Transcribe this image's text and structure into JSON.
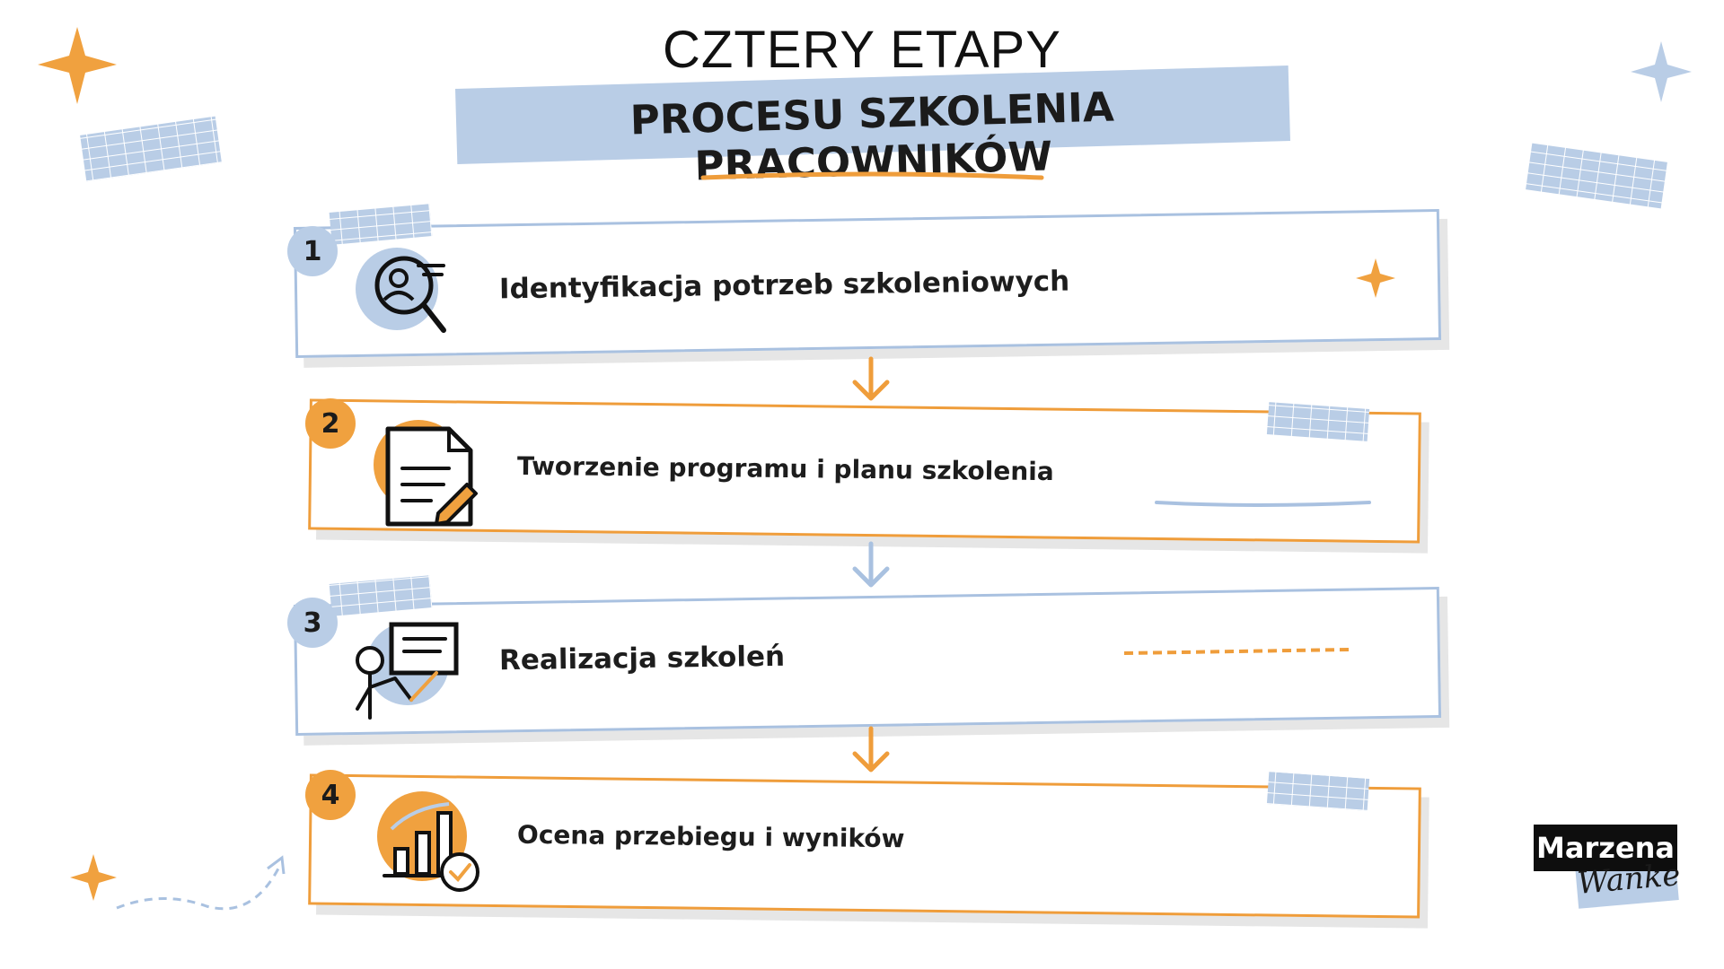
{
  "title": "CZTERY ETAPY",
  "subtitle": "PROCESU SZKOLENIA PRACOWNIKÓW",
  "steps": [
    {
      "number": "1",
      "label": "Identyfikacja potrzeb szkoleniowych",
      "icon": "magnifier-person-icon",
      "accent": "#b9cde6"
    },
    {
      "number": "2",
      "label": "Tworzenie programu i planu szkolenia",
      "icon": "document-edit-icon",
      "accent": "#f0a13f"
    },
    {
      "number": "3",
      "label": "Realizacja szkoleń",
      "icon": "presenter-board-icon",
      "accent": "#b9cde6"
    },
    {
      "number": "4",
      "label": "Ocena przebiegu i wyników",
      "icon": "growth-chart-check-icon",
      "accent": "#f0a13f"
    }
  ],
  "logo": {
    "line1": "Marzena",
    "line2": "Wanke"
  },
  "colors": {
    "blue": "#b9cde6",
    "blue_border": "#a9c1e0",
    "orange": "#ef9d3b",
    "text": "#1b1b1b"
  }
}
